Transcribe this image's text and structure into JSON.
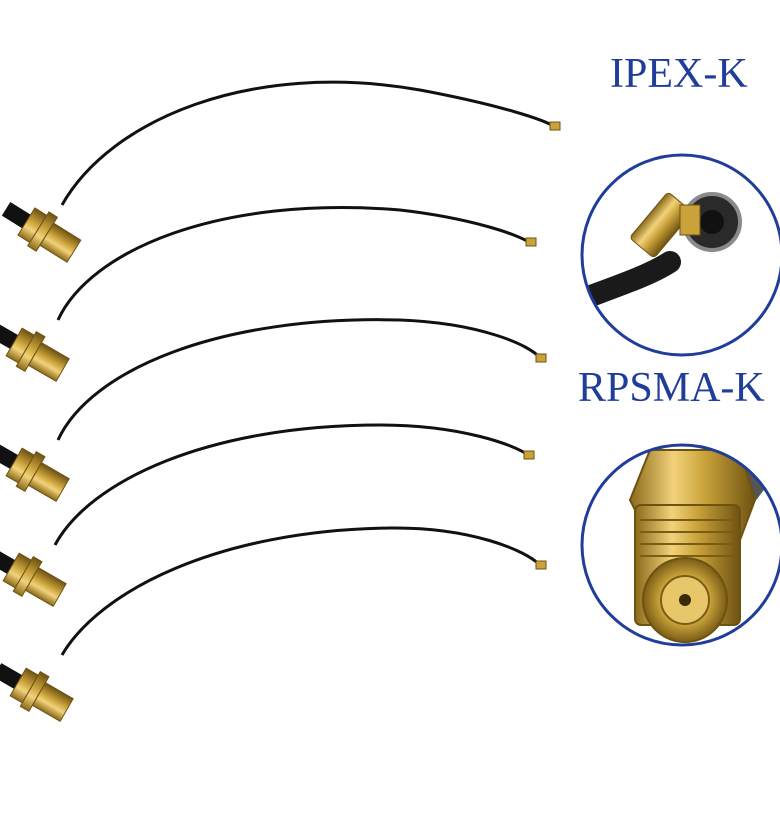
{
  "labels": {
    "ipex": "IPEX-K",
    "rpsma": "RPSMA-K"
  },
  "colors": {
    "label_blue": "#1f3d99",
    "circle_border": "#1f3d99",
    "cable": "#111111",
    "gold": "#c9a23a",
    "background": "#ffffff"
  },
  "icons": [
    "sma-connector-icon",
    "ipex-connector-icon",
    "cable-assembly-icon"
  ],
  "cable_count": 5
}
